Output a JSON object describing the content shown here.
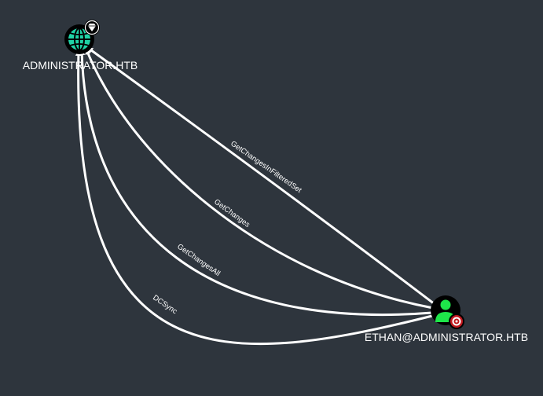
{
  "graph": {
    "nodes": {
      "domain": {
        "label": "ADMINISTRATOR.HTB",
        "type": "domain",
        "badge": "high-value-gem-icon",
        "icon": "globe-icon"
      },
      "user": {
        "label": "ETHAN@ADMINISTRATOR.HTB",
        "type": "user",
        "badge": "target-icon",
        "icon": "user-icon"
      }
    },
    "edges": [
      {
        "label": "GetChangesInFilteredSet",
        "from": "user",
        "to": "domain"
      },
      {
        "label": "GetChanges",
        "from": "user",
        "to": "domain"
      },
      {
        "label": "GetChangesAll",
        "from": "user",
        "to": "domain"
      },
      {
        "label": "DCSync",
        "from": "user",
        "to": "domain"
      }
    ]
  },
  "colors": {
    "background": "#2e353d",
    "edge": "#ffffff",
    "node_fill": "#000000",
    "domain_icon": "#1fd3a6",
    "user_icon": "#1ee64a",
    "target_badge": "#c0181e"
  }
}
